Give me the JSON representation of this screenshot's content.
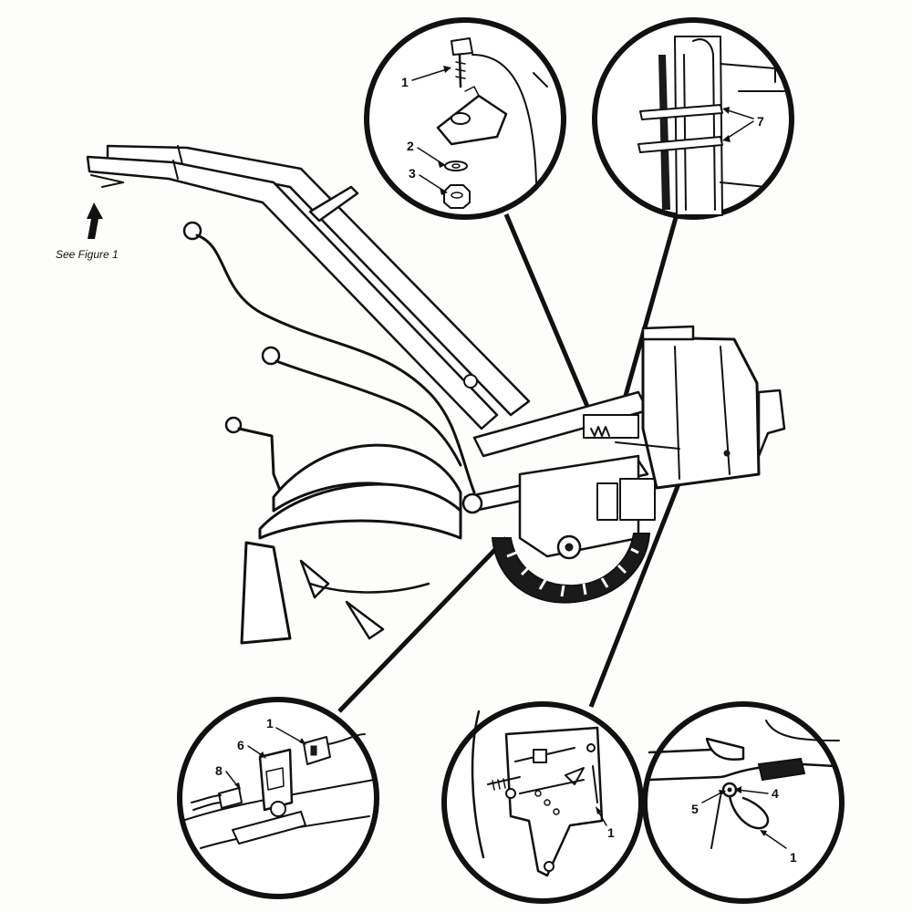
{
  "reference_note": "See Figure 1",
  "callouts": {
    "top_left_detail": {
      "labels": [
        "1",
        "2",
        "3"
      ]
    },
    "top_right_detail": {
      "labels": [
        "7"
      ]
    },
    "bottom_left_detail": {
      "labels": [
        "1",
        "6",
        "8"
      ]
    },
    "bottom_center_detail": {
      "labels": [
        "1"
      ]
    },
    "bottom_right_detail": {
      "labels": [
        "5",
        "4",
        "1"
      ]
    }
  },
  "colors": {
    "ink": "#111111",
    "paper": "#fdfdfb"
  },
  "icons": {
    "pointer": "arrow-up-icon"
  }
}
